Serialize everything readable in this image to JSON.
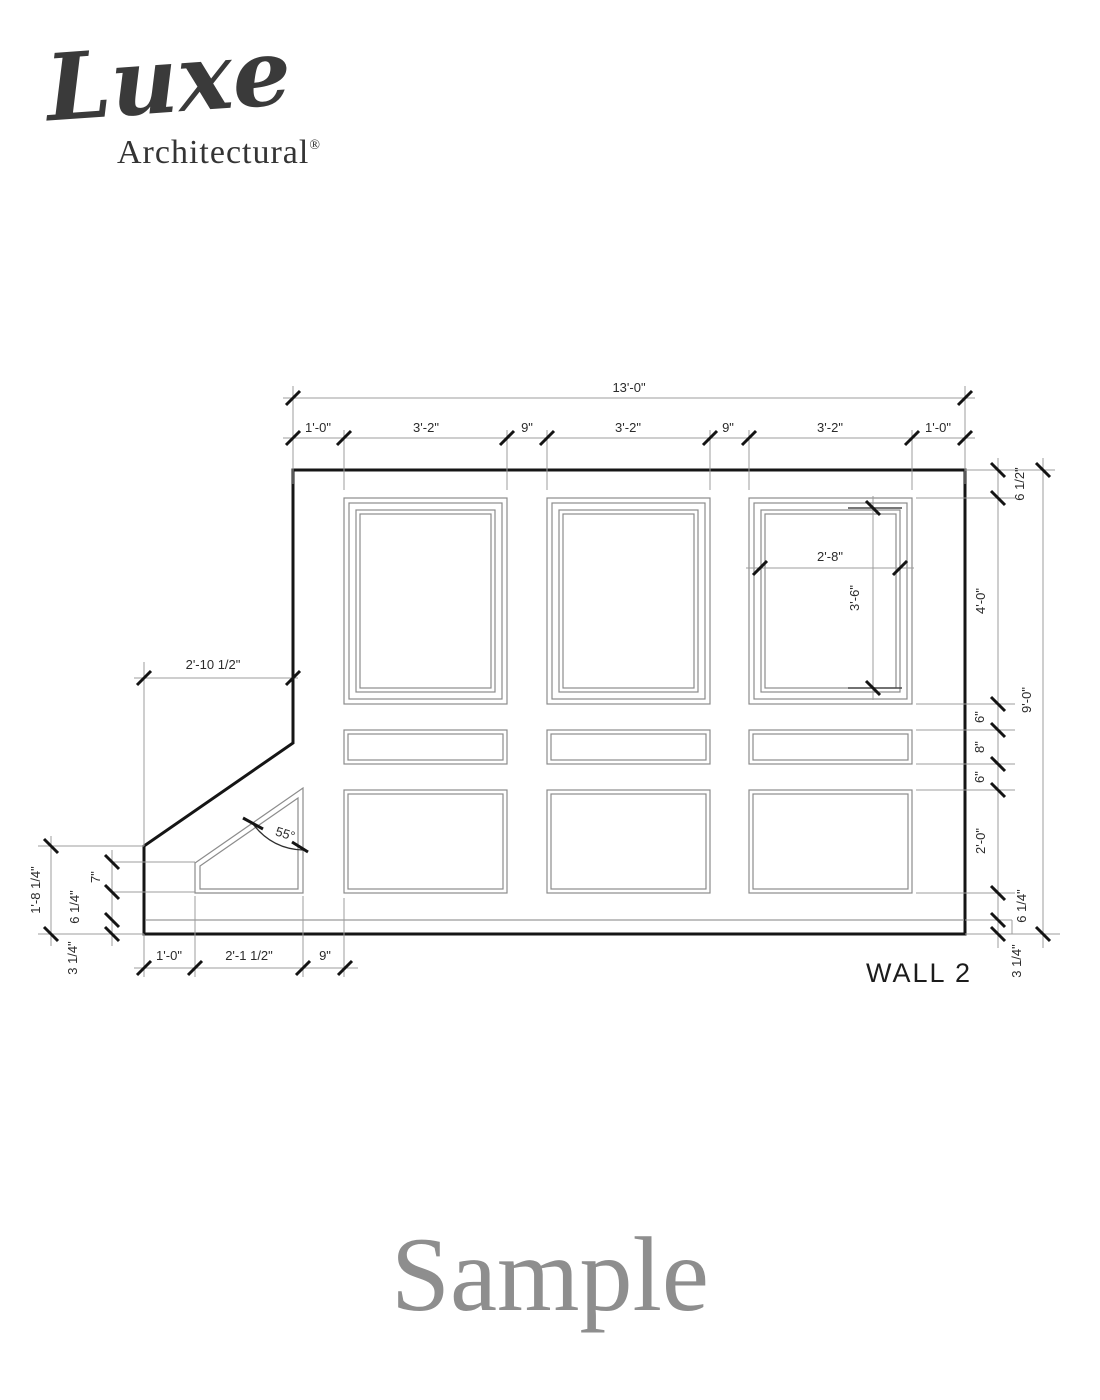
{
  "logo": {
    "script": "Luxe",
    "word": "Architectural",
    "registered_mark": "®"
  },
  "title": {
    "wall_label": "WALL 2"
  },
  "watermark": {
    "text": "Sample"
  },
  "colors": {
    "line_black": "#151515",
    "line_gray": "#9c9c9c",
    "panel_gray": "#8c8c8c",
    "watermark_gray": "#8e8e8e"
  },
  "dims": {
    "top": {
      "total": "13'-0\"",
      "segments": [
        "1'-0\"",
        "3'-2\"",
        "9\"",
        "3'-2\"",
        "9\"",
        "3'-2\"",
        "1'-0\""
      ]
    },
    "right": {
      "crown": "6 1/2\"",
      "panel_upper": "4'-0\"",
      "total_height": "9'-0\"",
      "rail_gap_top": "6\"",
      "rail_band": "8\"",
      "rail_gap_bottom": "6\"",
      "panel_lower": "2'-0\"",
      "base_upper": "6 1/4\"",
      "base_lower": "3 1/4\""
    },
    "left": {
      "wall_offset": "2'-10 1/2\"",
      "corner_height": "1'-8 1/4\"",
      "panel_edge": "7\"",
      "base_upper": "6 1/4\"",
      "base_lower": "3 1/4\""
    },
    "bottom": {
      "segments": [
        "1'-0\"",
        "2'-1 1/2\"",
        "9\""
      ]
    },
    "panel": {
      "width": "2'-8\"",
      "height": "3'-6\""
    },
    "angle": {
      "value": "55°"
    }
  }
}
